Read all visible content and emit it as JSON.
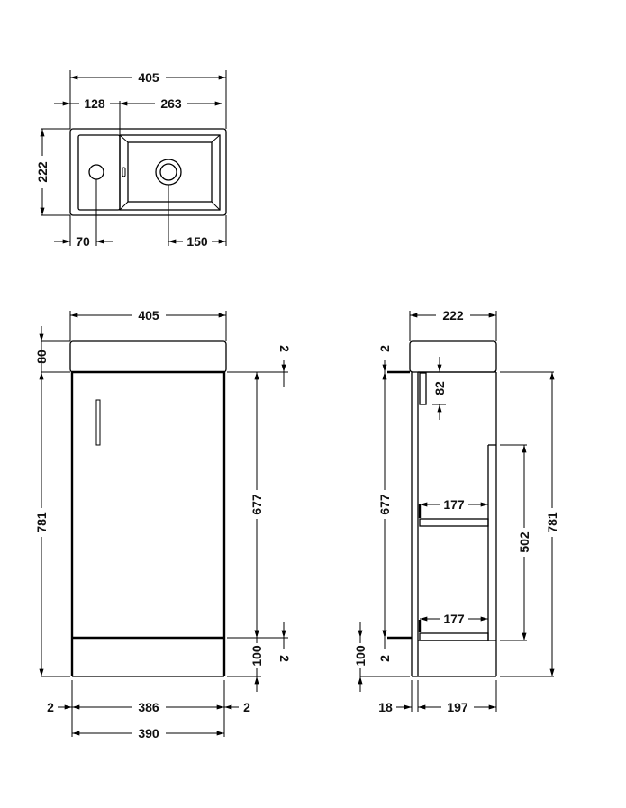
{
  "diagram": {
    "type": "technical-drawing",
    "subject": "Cloakroom vanity unit with basin",
    "units": "mm",
    "line_color": "#000000",
    "background": "#ffffff"
  },
  "top_view": {
    "overall_width": "405",
    "left_section_width": "128",
    "bowl_section_width": "263",
    "depth": "222",
    "tap_hole_offset": "70",
    "waste_offset": "150"
  },
  "front_view": {
    "overall_width": "405",
    "basin_height": "80",
    "cabinet_height": "781",
    "door_height": "677",
    "plinth_height": "100",
    "gap_top": "2",
    "gap_bottom": "2",
    "side_gap_left": "2",
    "door_width": "386",
    "side_gap_right": "2",
    "carcass_width": "390"
  },
  "side_view": {
    "overall_depth": "222",
    "gap_top": "2",
    "handle_length": "82",
    "door_height": "677",
    "shelf_depth_upper": "177",
    "shelf_depth_lower": "177",
    "shelf_span_height": "502",
    "cabinet_height": "781",
    "plinth_height": "100",
    "gap_bottom": "2",
    "door_thickness": "18",
    "carcass_depth": "197"
  }
}
